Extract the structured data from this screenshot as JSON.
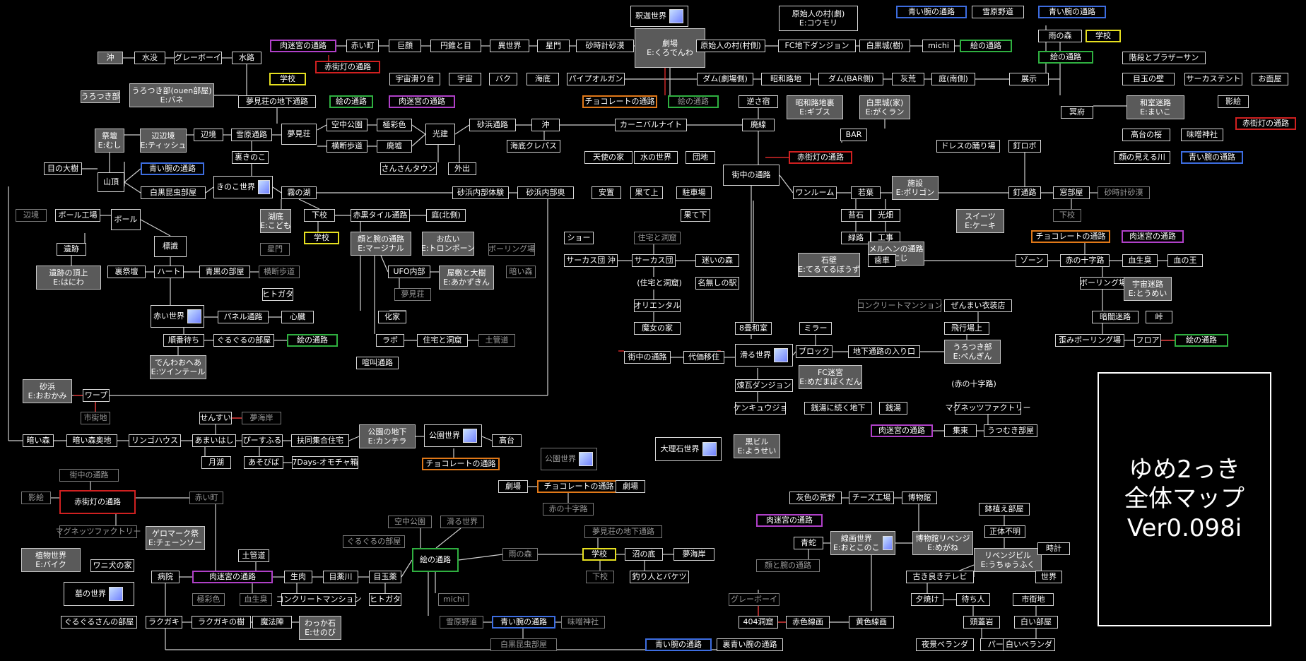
{
  "title": {
    "line1": "ゆめ2っき",
    "line2": "全体マップ",
    "line3": "Ver0.098i"
  },
  "nodes": [
    {
      "id": "shakuga",
      "label": "釈迦世界",
      "icon": true
    },
    {
      "id": "genshi_mura_gekijo_top",
      "label": "原始人の村(劇)\nE:コウモリ"
    },
    {
      "id": "aoi_ude_top1",
      "label": "青い腕の通路",
      "color": "blue"
    },
    {
      "id": "yukihara_top",
      "label": "雪原野道"
    },
    {
      "id": "aoi_ude_top2",
      "label": "青い腕の通路",
      "color": "blue"
    },
    {
      "id": "nikumeikyu_top",
      "label": "肉迷宮の通路",
      "color": "purple"
    },
    {
      "id": "akaimachi_top",
      "label": "赤い町"
    },
    {
      "id": "kyoshu",
      "label": "巨顔"
    },
    {
      "id": "ensui",
      "label": "円錐と目"
    },
    {
      "id": "iseikai",
      "label": "異世界"
    },
    {
      "id": "hoshimon",
      "label": "星門"
    },
    {
      "id": "sunadokei",
      "label": "砂時計砂漠"
    },
    {
      "id": "gekijo",
      "label": "劇場\nE:くろでんわ",
      "gray": true
    },
    {
      "id": "genshi_mura_mura",
      "label": "原始人の村(村側)"
    },
    {
      "id": "fc_chika",
      "label": "FC地下ダンジョン"
    },
    {
      "id": "hakkoku_ju",
      "label": "白黒城(樹)"
    },
    {
      "id": "michi_top",
      "label": "michi"
    },
    {
      "id": "e_no_tsuro_top",
      "label": "絵の通路",
      "color": "green"
    },
    {
      "id": "ame_no_mori",
      "label": "雨の森"
    },
    {
      "id": "gakko_top",
      "label": "学校",
      "color": "yellow"
    },
    {
      "id": "e_no_tsuro_ame",
      "label": "絵の通路",
      "color": "green"
    },
    {
      "id": "oki",
      "label": "沖",
      "gray": true
    },
    {
      "id": "suibotsu",
      "label": "水没"
    },
    {
      "id": "gray_boy",
      "label": "グレーボーイ"
    },
    {
      "id": "suiro",
      "label": "水路"
    },
    {
      "id": "akagaito_top",
      "label": "赤街灯の通路",
      "color": "red"
    },
    {
      "id": "uchu_suberi",
      "label": "宇宙滑り台"
    },
    {
      "id": "uchu",
      "label": "宇宙"
    },
    {
      "id": "baku",
      "label": "バク"
    },
    {
      "id": "kaitei",
      "label": "海底"
    },
    {
      "id": "pipe_organ",
      "label": "パイプオルガン"
    },
    {
      "id": "dam",
      "label": "ダム(劇場側)"
    },
    {
      "id": "showaro",
      "label": "昭和路地"
    },
    {
      "id": "dam_bar",
      "label": "ダム(BAR側)"
    },
    {
      "id": "haiko",
      "label": "灰荒"
    },
    {
      "id": "niwa_minami",
      "label": "庭(南側)"
    },
    {
      "id": "tenji",
      "label": "展示"
    },
    {
      "id": "kaidan_brother",
      "label": "階段とブラザーサン"
    },
    {
      "id": "medama_kabe",
      "label": "目玉の壁"
    },
    {
      "id": "circus_tent",
      "label": "サーカステント"
    },
    {
      "id": "omen_ya",
      "label": "お面屋"
    },
    {
      "id": "urotsukibeya_side",
      "label": "うろつき部",
      "gray": true
    },
    {
      "id": "urotsuki_room",
      "label": "うろつき部(ouen部屋)\nE:バネ",
      "gray": true
    },
    {
      "id": "gakko_yume",
      "label": "学校",
      "color": "yellow"
    },
    {
      "id": "choco_gekijo",
      "label": "チョコレートの通路",
      "color": "orange"
    },
    {
      "id": "e_no_tsuro_gekijo",
      "label": "絵の通路",
      "color": "green",
      "dim": true
    },
    {
      "id": "gyakuyado",
      "label": "逆さ宿"
    },
    {
      "id": "showaro_ura",
      "label": "昭和路地裏\nE:ギブス",
      "gray": true
    },
    {
      "id": "hakkoku_ie",
      "label": "白黒城(家)\nE:がくラン",
      "gray": true
    },
    {
      "id": "meifu",
      "label": "冥府"
    },
    {
      "id": "wa_meikyu",
      "label": "和室迷路\nE:まいこ",
      "gray": true
    },
    {
      "id": "kage_e",
      "label": "影絵"
    },
    {
      "id": "akagaito_right",
      "label": "赤街灯の通路",
      "color": "red"
    },
    {
      "id": "yumemiso_chika",
      "label": "夢見荘の地下通路"
    },
    {
      "id": "e_no_tsuro_2",
      "label": "絵の通路",
      "color": "green"
    },
    {
      "id": "nikumeikyu_2",
      "label": "肉迷宮の通路",
      "color": "purple"
    },
    {
      "id": "sunahama_tsuro",
      "label": "砂浜通路"
    },
    {
      "id": "oki2",
      "label": "沖"
    },
    {
      "id": "carnival",
      "label": "カーニバルナイト"
    },
    {
      "id": "haisen",
      "label": "廃線"
    },
    {
      "id": "kouken",
      "label": "光建"
    },
    {
      "id": "saidan",
      "label": "祭壇\nE:むし",
      "gray": true
    },
    {
      "id": "hen_kyo",
      "label": "辺辺境\nE:ティッシュ",
      "gray": true
    },
    {
      "id": "henkyo",
      "label": "辺境"
    },
    {
      "id": "setsugen_tsuro",
      "label": "雪原通路"
    },
    {
      "id": "yumemiso",
      "label": "夢見荘"
    },
    {
      "id": "kuchu_koen",
      "label": "空中公園"
    },
    {
      "id": "gokusaishoku",
      "label": "極彩色"
    },
    {
      "id": "odan_hodo",
      "label": "横断歩道"
    },
    {
      "id": "haikyo",
      "label": "廃墟"
    },
    {
      "id": "kaitei_kurapas",
      "label": "海底クレパス"
    },
    {
      "id": "tenshi_ie",
      "label": "天使の家"
    },
    {
      "id": "mizu_sekai",
      "label": "水の世界"
    },
    {
      "id": "danchi",
      "label": "団地"
    },
    {
      "id": "akagaito_mid",
      "label": "赤街灯の通路",
      "color": "red"
    },
    {
      "id": "dress",
      "label": "ドレスの踊り場"
    },
    {
      "id": "shiraroba",
      "label": "釘ロボ"
    },
    {
      "id": "kodai_sakura",
      "label": "高台の桜"
    },
    {
      "id": "misoshi",
      "label": "味噌神社"
    },
    {
      "id": "kao_kawa",
      "label": "顔の見える川"
    },
    {
      "id": "aoi_ude_right",
      "label": "青い腕の通路",
      "color": "blue"
    },
    {
      "id": "me_no_taiju",
      "label": "目の大樹"
    },
    {
      "id": "urakinoko",
      "label": "裏きのこ"
    },
    {
      "id": "sanzan_town",
      "label": "さんさんタウン"
    },
    {
      "id": "gaide",
      "label": "外出"
    },
    {
      "id": "yamaita",
      "label": "山頂"
    },
    {
      "id": "aoi_ude_kino",
      "label": "青い腕の通路",
      "color": "blue"
    },
    {
      "id": "shiro_konchu",
      "label": "白黒昆虫部屋"
    },
    {
      "id": "kinoko_sekai",
      "label": "きのこ世界",
      "icon": true
    },
    {
      "id": "kiri_mizuumi",
      "label": "霧の湖"
    },
    {
      "id": "sunahama_naibu",
      "label": "砂浜内部体験"
    },
    {
      "id": "sunahama_oku",
      "label": "砂浜内部奥"
    },
    {
      "id": "machinaka",
      "label": "街中の通路"
    },
    {
      "id": "wanroom",
      "label": "ワンルーム"
    },
    {
      "id": "wakaba",
      "label": "若葉"
    },
    {
      "id": "shisetsu",
      "label": "施設\nE:ポリゴン",
      "gray": true
    },
    {
      "id": "kugi_tsuro",
      "label": "釘通路"
    },
    {
      "id": "madobeya",
      "label": "窓部屋"
    },
    {
      "id": "sunadokei_dim",
      "label": "砂時計砂漠",
      "dim": true
    },
    {
      "id": "heyin",
      "label": "下校",
      "dim": true
    },
    {
      "id": "anchi",
      "label": "安置"
    },
    {
      "id": "hatekami",
      "label": "果て上"
    },
    {
      "id": "chushajo",
      "label": "駐車場"
    },
    {
      "id": "hateshita",
      "label": "果て下"
    },
    {
      "id": "henkyo_dim",
      "label": "辺境",
      "dim": true
    },
    {
      "id": "ball_kojo",
      "label": "ボール工場"
    },
    {
      "id": "ball",
      "label": "ボール"
    },
    {
      "id": "kosho",
      "label": "湖底\nE:こども",
      "gray": true
    },
    {
      "id": "gekou",
      "label": "下校"
    },
    {
      "id": "akatile",
      "label": "赤黒タイル通路"
    },
    {
      "id": "niwa_kita",
      "label": "庭(北側)"
    },
    {
      "id": "koseki",
      "label": "苔石"
    },
    {
      "id": "kohata",
      "label": "光畑"
    },
    {
      "id": "sweets",
      "label": "スイーツ\nE:ケーキ",
      "gray": true
    },
    {
      "id": "choco_right",
      "label": "チョコレートの通路",
      "color": "orange"
    },
    {
      "id": "nikumeikyu_right",
      "label": "肉迷宮の通路",
      "color": "purple"
    },
    {
      "id": "iseki",
      "label": "遺跡"
    },
    {
      "id": "hyoshiki",
      "label": "標識"
    },
    {
      "id": "gakko_ko",
      "label": "学校",
      "color": "yellow"
    },
    {
      "id": "hoshimon2",
      "label": "星門",
      "dim": true
    },
    {
      "id": "kao_ude",
      "label": "顔と腕の通路\nE:マージナル",
      "gray": true
    },
    {
      "id": "ohiro",
      "label": "お広い\nE:トロンボーン",
      "gray": true
    },
    {
      "id": "bowling_dim",
      "label": "ボーリング場",
      "dim": true
    },
    {
      "id": "show",
      "label": "ショー"
    },
    {
      "id": "jutaku_dokutsu_dim",
      "label": "住宅と洞窟",
      "dim": true
    },
    {
      "id": "ryokuro",
      "label": "緑路"
    },
    {
      "id": "koji",
      "label": "工事"
    },
    {
      "id": "meruhen",
      "label": "メルヘンの通路\nE:にじ",
      "gray": true
    },
    {
      "id": "sekihi",
      "label": "石壁\nE:てるてるぼうず",
      "gray": true
    },
    {
      "id": "iseki_chojo",
      "label": "遺跡の頂上\nE:はにわ",
      "gray": true
    },
    {
      "id": "urasaidan",
      "label": "裏祭壇"
    },
    {
      "id": "heart",
      "label": "ハート"
    },
    {
      "id": "aoguro_heya",
      "label": "青黒の部屋"
    },
    {
      "id": "odan_dim",
      "label": "横断歩道",
      "dim": true
    },
    {
      "id": "ufo",
      "label": "UFO内部"
    },
    {
      "id": "yashiki",
      "label": "屋敷と大樹\nE:あかずきん",
      "gray": true
    },
    {
      "id": "kurai_mori",
      "label": "暗い森",
      "dim": true
    },
    {
      "id": "circus_oki",
      "label": "サーカス団 沖"
    },
    {
      "id": "circus_dan",
      "label": "サーカス団"
    },
    {
      "id": "meiro_mori",
      "label": "迷いの森"
    },
    {
      "id": "kuruma",
      "label": "歯車"
    },
    {
      "id": "zoon",
      "label": "ゾーン"
    },
    {
      "id": "aka_jujiro",
      "label": "赤の十字路"
    },
    {
      "id": "chishu",
      "label": "血生臭"
    },
    {
      "id": "chi_no_o",
      "label": "血の王"
    },
    {
      "id": "hitogata",
      "label": "ヒトガタ"
    },
    {
      "id": "yumemiso_dim",
      "label": "夢見荘",
      "dim": true
    },
    {
      "id": "jutaku_dokutsu_note",
      "label": "(住宅と洞窟)",
      "plain": true
    },
    {
      "id": "namonashi",
      "label": "名無しの駅"
    },
    {
      "id": "bowling",
      "label": "ボーリング場"
    },
    {
      "id": "uchu_meiro",
      "label": "宇宙迷路\nE:とうめい",
      "gray": true
    },
    {
      "id": "akai_sekai",
      "label": "赤い世界",
      "icon": true
    },
    {
      "id": "panel",
      "label": "パネル通路"
    },
    {
      "id": "shinzo",
      "label": "心臓"
    },
    {
      "id": "kazoku",
      "label": "化家"
    },
    {
      "id": "oriental",
      "label": "オリエンタル"
    },
    {
      "id": "concrete_dim",
      "label": "コンクリートマンション",
      "dim": true
    },
    {
      "id": "zenmai",
      "label": "ぜんまい衣装店"
    },
    {
      "id": "anshō",
      "label": "暗闇迷路"
    },
    {
      "id": "toge",
      "label": "峠"
    },
    {
      "id": "majo",
      "label": "魔女の家"
    },
    {
      "id": "jun_ban",
      "label": "順番待ち"
    },
    {
      "id": "guruguru",
      "label": "ぐるぐるの部屋"
    },
    {
      "id": "e_no_tsuro_guru",
      "label": "絵の通路",
      "color": "green"
    },
    {
      "id": "rabo",
      "label": "ラボ"
    },
    {
      "id": "jutaku_dokutsu",
      "label": "住宅と洞窟"
    },
    {
      "id": "dokan",
      "label": "土管道",
      "dim": true
    },
    {
      "id": "hachijo",
      "label": "8畳和室"
    },
    {
      "id": "mirror",
      "label": "ミラー"
    },
    {
      "id": "hikoba",
      "label": "飛行場上"
    },
    {
      "id": "yugami_bowling",
      "label": "歪みボーリング場"
    },
    {
      "id": "floor",
      "label": "フロア"
    },
    {
      "id": "e_no_tsuro_floor",
      "label": "絵の通路",
      "color": "green"
    },
    {
      "id": "denwa",
      "label": "でんわおへあ\nE:ツインテール",
      "gray": true
    },
    {
      "id": "machinaka_left",
      "label": "街中の通路"
    },
    {
      "id": "daika",
      "label": "代価移住"
    },
    {
      "id": "suberu",
      "label": "滑る世界",
      "icon": true
    },
    {
      "id": "block",
      "label": "ブロック"
    },
    {
      "id": "chika_iriguchi",
      "label": "地下通路の入り口"
    },
    {
      "id": "urotsuki_penguin",
      "label": "うろつき部\nE:ぺんぎん",
      "gray": true
    },
    {
      "id": "kuchi_tsuro",
      "label": "喧叫通路"
    },
    {
      "id": "fc_meikyu",
      "label": "FC迷宮\nE:めだまぼくだん",
      "gray": true
    },
    {
      "id": "aka_jujiro_note",
      "label": "(赤の十字路)",
      "plain": true
    },
    {
      "id": "sunahama",
      "label": "砂浜\nE:おおかみ",
      "gray": true
    },
    {
      "id": "renga",
      "label": "煉瓦ダンジョン"
    },
    {
      "id": "warp",
      "label": "ワープ"
    },
    {
      "id": "kenkyujo",
      "label": "ケンキュウジョ"
    },
    {
      "id": "senro",
      "label": "銭湯に続く地下"
    },
    {
      "id": "sento",
      "label": "銭湯"
    },
    {
      "id": "magnet_fac",
      "label": "マグネッツファクトリー"
    },
    {
      "id": "shigaichi_dim",
      "label": "市街地",
      "dim": true
    },
    {
      "id": "sensui",
      "label": "せんすい"
    },
    {
      "id": "yumekai",
      "label": "夢海岸",
      "dim": true
    },
    {
      "id": "nikumeikyu_shu",
      "label": "肉迷宮の通路",
      "color": "purple"
    },
    {
      "id": "shudan",
      "label": "集束"
    },
    {
      "id": "utsumuki",
      "label": "うつむき部屋"
    },
    {
      "id": "kurai_mori2",
      "label": "暗い森"
    },
    {
      "id": "kurai_mori_oku",
      "label": "暗い森奥地"
    },
    {
      "id": "ringo",
      "label": "リンゴハウス"
    },
    {
      "id": "amai",
      "label": "あまいはし"
    },
    {
      "id": "pisufuru",
      "label": "ぴーすふる"
    },
    {
      "id": "shudojutaku",
      "label": "扶同集合住宅"
    },
    {
      "id": "koen_chika",
      "label": "公園の地下\nE:カンテラ",
      "gray": true
    },
    {
      "id": "koen_sekai",
      "label": "公園世界",
      "icon": true
    },
    {
      "id": "kodai",
      "label": "高台"
    },
    {
      "id": "dairiseki",
      "label": "大理石世界",
      "icon": true
    },
    {
      "id": "kurobiru",
      "label": "黒ビル\nE:ようせい",
      "gray": true
    },
    {
      "id": "tsukiko",
      "label": "月湖"
    },
    {
      "id": "asobiba",
      "label": "あそびば"
    },
    {
      "id": "7days",
      "label": "7Days-オモチャ箱"
    },
    {
      "id": "choco_koen",
      "label": "チョコレートの通路",
      "color": "orange"
    },
    {
      "id": "koen_sekai2",
      "label": "公園世界",
      "icon": true,
      "dim": true
    },
    {
      "id": "gekijo_l",
      "label": "劇場"
    },
    {
      "id": "choco_mid",
      "label": "チョコレートの通路",
      "color": "orange"
    },
    {
      "id": "gekijo_r",
      "label": "劇場"
    },
    {
      "id": "aka_jujiro_dim",
      "label": "赤の十字路",
      "dim": true
    },
    {
      "id": "machinaka_dim",
      "label": "街中の通路",
      "dim": true
    },
    {
      "id": "kage_e_dim",
      "label": "影絵",
      "dim": true
    },
    {
      "id": "akagaito_low",
      "label": "赤街灯の通路",
      "color": "red"
    },
    {
      "id": "akaimachi_low",
      "label": "赤い町",
      "dim": true
    },
    {
      "id": "magnet_dim",
      "label": "マグネッツファクトリー",
      "dim": true
    },
    {
      "id": "kuchu_dim",
      "label": "空中公園",
      "dim": true
    },
    {
      "id": "suberu_red",
      "label": "滑る世界",
      "dim": true
    },
    {
      "id": "guruguru_dim",
      "label": "ぐるぐるの部屋",
      "dim": true
    },
    {
      "id": "yumemiso_chika_dim",
      "label": "夢見荘の地下通路",
      "dim": true
    },
    {
      "id": "haiiro",
      "label": "灰色の荒野"
    },
    {
      "id": "cheese",
      "label": "チーズ工場"
    },
    {
      "id": "hakubutsu",
      "label": "博物館"
    },
    {
      "id": "hachiue",
      "label": "鉢植え部屋"
    },
    {
      "id": "shotai",
      "label": "正体不明"
    },
    {
      "id": "nikumeikyu_low",
      "label": "肉迷宮の通路",
      "color": "purple"
    },
    {
      "id": "senga",
      "label": "線画世界\nE:おとこのこ",
      "gray": true,
      "icon": true
    },
    {
      "id": "hakubutsu_rev",
      "label": "博物館リベンジ\nE:めがね",
      "gray": true
    },
    {
      "id": "gelo",
      "label": "ゲロマーク祭\nE:チェーンソー",
      "gray": true
    },
    {
      "id": "shokubutsu",
      "label": "植物世界\nE:バイク",
      "gray": true
    },
    {
      "id": "wani",
      "label": "ワニ犬の家"
    },
    {
      "id": "byoin",
      "label": "病院"
    },
    {
      "id": "dokan2",
      "label": "土管道"
    },
    {
      "id": "nikumeikyu_byo",
      "label": "肉迷宮の通路",
      "color": "purple"
    },
    {
      "id": "nama_niku",
      "label": "生肉"
    },
    {
      "id": "megusuri",
      "label": "目薬川"
    },
    {
      "id": "medama_yaku",
      "label": "目玉薬"
    },
    {
      "id": "e_no_tsuro_center",
      "label": "絵の通路",
      "color": "green"
    },
    {
      "id": "ame_mori_dim",
      "label": "雨の森",
      "dim": true
    },
    {
      "id": "gakko_low",
      "label": "学校",
      "color": "yellow"
    },
    {
      "id": "numa",
      "label": "沼の底"
    },
    {
      "id": "yumekai2",
      "label": "夢海岸"
    },
    {
      "id": "aohebi",
      "label": "青蛇"
    },
    {
      "id": "kao_ude_dim",
      "label": "顔と腕の通路",
      "dim": true
    },
    {
      "id": "revenge",
      "label": "リベンジビル\nE:うちゅうふく",
      "gray": true
    },
    {
      "id": "tokei",
      "label": "時計"
    },
    {
      "id": "sekai",
      "label": "世界"
    },
    {
      "id": "haka",
      "label": "墓の世界",
      "icon": true
    },
    {
      "id": "gokusai_dim",
      "label": "極彩色",
      "dim": true
    },
    {
      "id": "chinamaku_dim",
      "label": "血生臭",
      "dim": true
    },
    {
      "id": "concrete_low",
      "label": "コンクリートマンション"
    },
    {
      "id": "hitogata2",
      "label": "ヒトガタ"
    },
    {
      "id": "michi_dim",
      "label": "michi",
      "dim": true
    },
    {
      "id": "gekou_dim",
      "label": "下校",
      "dim": true
    },
    {
      "id": "tsuribito",
      "label": "釣り人とバケツ"
    },
    {
      "id": "gray_boy_red",
      "label": "グレーボーイ",
      "dim": true
    },
    {
      "id": "furui_tv",
      "label": "古き良きテレビ"
    },
    {
      "id": "shigaichi",
      "label": "市街地"
    },
    {
      "id": "yuyake",
      "label": "夕焼け"
    },
    {
      "id": "machibito",
      "label": "待ち人"
    },
    {
      "id": "guruguru_low",
      "label": "ぐるぐるさんの部屋"
    },
    {
      "id": "rakugaki",
      "label": "ラクガキ"
    },
    {
      "id": "rakugaki_ki",
      "label": "ラクガキの樹"
    },
    {
      "id": "mahojin",
      "label": "魔法陣"
    },
    {
      "id": "wakkaishi",
      "label": "わっか石\nE:せのび",
      "gray": true
    },
    {
      "id": "404",
      "label": "404洞窟"
    },
    {
      "id": "akairo",
      "label": "赤色線画"
    },
    {
      "id": "kiiro",
      "label": "黄色線画"
    },
    {
      "id": "zugai",
      "label": "頭蓋岩"
    },
    {
      "id": "shiroi_heya",
      "label": "白い部屋"
    },
    {
      "id": "yukihara_low",
      "label": "雪原野道",
      "dim": true
    },
    {
      "id": "aoi_ude_low",
      "label": "青い腕の通路",
      "color": "blue"
    },
    {
      "id": "misoshi_dim",
      "label": "味噌神社",
      "dim": true
    },
    {
      "id": "aoi_ude_404",
      "label": "青い腕の通路",
      "color": "blue"
    },
    {
      "id": "ura_aoi",
      "label": "裏青い腕の通路"
    },
    {
      "id": "yoru_veranda",
      "label": "夜景ベランダ"
    },
    {
      "id": "purse",
      "label": "パース"
    },
    {
      "id": "shiroi_veranda",
      "label": "白いベランダ"
    },
    {
      "id": "shiro_konchu_dim",
      "label": "白黒昆虫部屋",
      "dim": true
    },
    {
      "id": "bar",
      "label": "BAR"
    }
  ]
}
